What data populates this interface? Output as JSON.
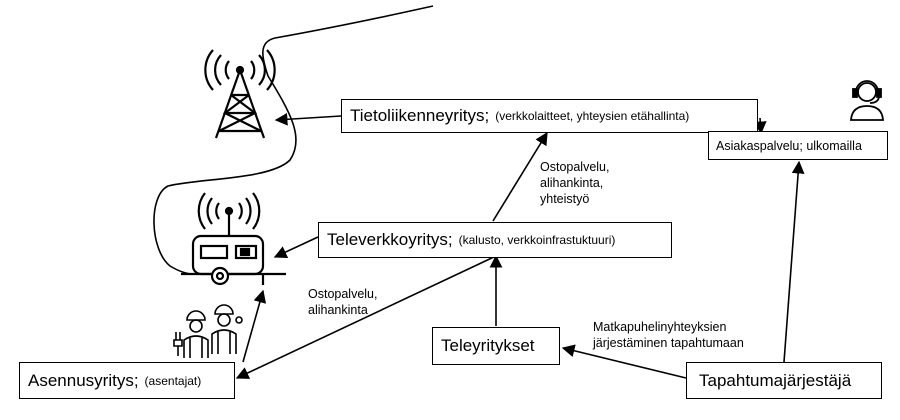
{
  "nodes": {
    "tietoliikenne": {
      "title": "Tietoliikenneyritys;",
      "detail": "(verkkolaitteet, yhteysien etähallinta)"
    },
    "asiakaspalvelu": {
      "title": "Asiakaspalvelu; ulkomailla"
    },
    "televerkko": {
      "title": "Televerkkoyritys;",
      "detail": "(kalusto, verkkoinfrastuktuuri)"
    },
    "teleyritykset": {
      "title": "Teleyritykset"
    },
    "asennus": {
      "title": "Asennusyritys;",
      "detail": "(asentajat)"
    },
    "tapahtuma": {
      "title": "Tapahtumajärjestäjä"
    }
  },
  "edges": {
    "ostopalvelu_yhteistyo": "Ostopalvelu,\nalihankinta,\nyhteistyö",
    "ostopalvelu_alihankinta": "Ostopalvelu,\nalihankinta",
    "matkapuhelin": "Matkapuhelinyhteyksien\njärjestäminen tapahtumaan"
  },
  "icons": [
    "cell-tower-icon",
    "mobile-trailer-icon",
    "customer-service-agent-icon",
    "installer-workers-icon"
  ],
  "colors": {
    "line": "#000000",
    "background": "#ffffff"
  }
}
